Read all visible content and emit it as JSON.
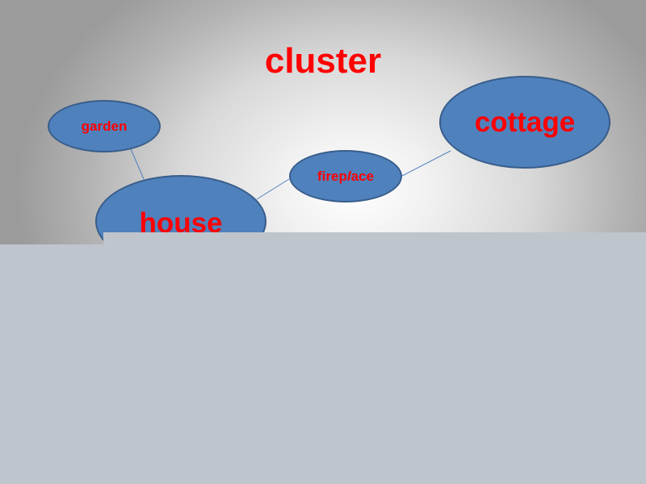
{
  "title": "cluster",
  "nodes": {
    "garden": {
      "label": "garden"
    },
    "fireplace": {
      "label_pre": "firep",
      "label_italic": "l",
      "label_post": "ace"
    },
    "cottage": {
      "label": "cottage"
    },
    "house": {
      "label": "house"
    }
  },
  "colors": {
    "title_text": "#ff0000",
    "node_text": "#ff0000",
    "node_fill": "#4f81bd",
    "node_border": "#385d8a",
    "connector": "#4f81bd",
    "lower_panel": "#bfc5cc"
  }
}
